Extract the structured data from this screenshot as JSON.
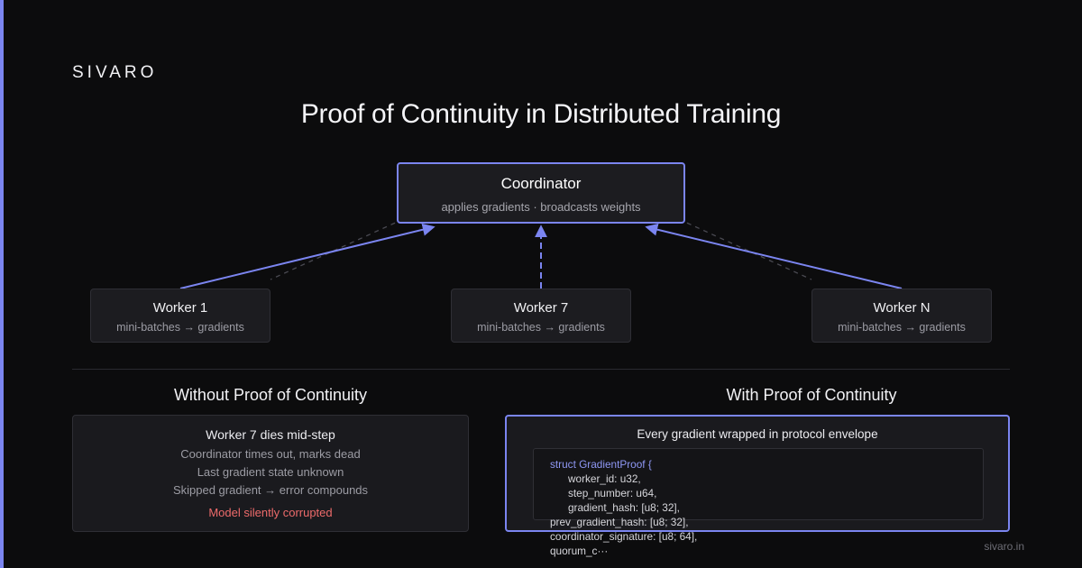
{
  "brand": "SIVARO",
  "title": "Proof of Continuity in Distributed Training",
  "coordinator": {
    "title": "Coordinator",
    "subtitle": "applies gradients · broadcasts weights"
  },
  "workers": [
    {
      "title": "Worker 1",
      "subtitle": "mini-batches → gradients"
    },
    {
      "title": "Worker 7",
      "subtitle": "mini-batches → gradients"
    },
    {
      "title": "Worker N",
      "subtitle": "mini-batches → gradients"
    }
  ],
  "left": {
    "heading": "Without Proof of Continuity",
    "panel_title": "Worker 7 dies mid-step",
    "lines": [
      "Coordinator times out, marks dead",
      "Last gradient state unknown",
      "Skipped gradient → error compounds"
    ],
    "alert": "Model silently corrupted"
  },
  "right": {
    "heading": "With Proof of Continuity",
    "panel_title": "Every gradient wrapped in protocol envelope",
    "code_struct": "struct GradientProof {",
    "code_fields": [
      "worker_id: u32,",
      "step_number: u64,",
      "gradient_hash: [u8; 32],"
    ],
    "code_overflow": [
      "prev_gradient_hash: [u8; 32],",
      "coordinator_signature: [u8; 64],",
      "quorum_c···"
    ]
  },
  "footer": "sivaro.in",
  "colors": {
    "accent": "#7b85f0",
    "alert": "#ee6b6b",
    "background": "#0c0c0d"
  }
}
